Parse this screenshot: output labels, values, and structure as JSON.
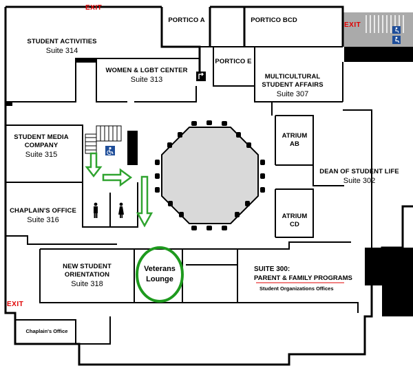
{
  "exits": [
    "EXIT",
    "EXIT",
    "EXIT"
  ],
  "rooms": {
    "portico_a": "PORTICO A",
    "portico_bcd": "PORTICO BCD",
    "portico_e": "PORTICO E",
    "student_activities": {
      "title": "STUDENT ACTIVITIES",
      "suite": "Suite 314"
    },
    "women_lgbt": {
      "title": "WOMEN & LGBT CENTER",
      "suite": "Suite 313"
    },
    "multicultural": {
      "title1": "MULTICULTURAL",
      "title2": "STUDENT AFFAIRS",
      "suite": "Suite 307"
    },
    "student_media": {
      "title1": "STUDENT MEDIA",
      "title2": "COMPANY",
      "suite": "Suite 315"
    },
    "atrium_ab": "ATRIUM AB",
    "atrium_cd": "ATRIUM CD",
    "dean": {
      "title": "DEAN OF STUDENT LIFE",
      "suite": "Suite 302"
    },
    "chaplain": {
      "title": "CHAPLAIN'S OFFICE",
      "suite": "Suite 316"
    },
    "new_student": {
      "title1": "NEW STUDENT",
      "title2": "ORIENTATION",
      "suite": "Suite 318"
    },
    "veterans": {
      "line1": "Veterans",
      "line2": "Lounge"
    },
    "suite300": {
      "title": "SUITE 300:",
      "subtitle": "PARENT & FAMILY PROGRAMS",
      "note": "Student Organizations Offices"
    },
    "chaplains_office_small": "Chaplain's Office"
  },
  "icons": [
    "accessible-icon",
    "accessible-icon",
    "accessible-icon",
    "mens-restroom-icon",
    "womens-restroom-icon",
    "elevator-icon"
  ],
  "colors": {
    "exit": "#e00000",
    "highlight": "#1e9a1e",
    "arrow": "#2fa32f",
    "atrium": "#d9d9d9",
    "wall": "#000000",
    "stair": "#aaaaaa"
  }
}
